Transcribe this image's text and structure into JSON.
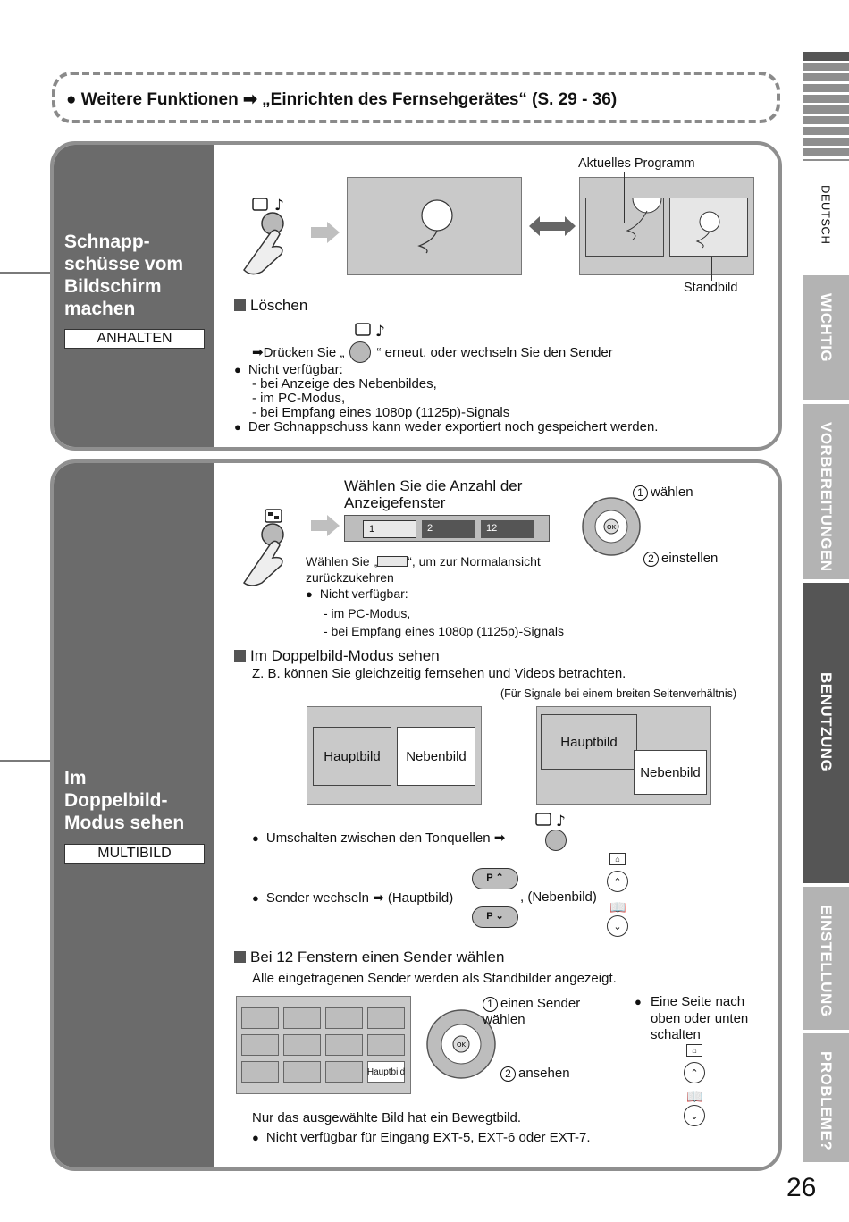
{
  "header": {
    "title": "● Weitere Funktionen ➡ „Einrichten des Fernsehgerätes“ (S. 29 - 36)"
  },
  "side_tabs": {
    "language": "DEUTSCH",
    "tabs": [
      "WICHTIG",
      "VORBEREITUNGEN",
      "BENUTZUNG",
      "EINSTELLUNG",
      "PROBLEME?"
    ],
    "active": "BENUTZUNG"
  },
  "page_number": "26",
  "section1": {
    "title": "Schnapp-\nschüsse vom\nBildschirm\nmachen",
    "badge": "ANHALTEN",
    "label_current": "Aktuelles Programm",
    "label_still": "Standbild",
    "delete_heading": "Löschen",
    "delete_text_pre": "➡Drücken Sie „",
    "delete_text_post": "“ erneut, oder wechseln Sie den Sender",
    "not_available": "Nicht verfügbar:",
    "na_items": [
      "-  bei Anzeige des Nebenbildes,",
      "-  im PC-Modus,",
      "-  bei Empfang eines 1080p (1125p)-Signals"
    ],
    "export_note": "Der Schnappschuss kann weder exportiert noch gespeichert werden."
  },
  "section2": {
    "title": "Im\nDoppelbild-\nModus sehen",
    "badge": "MULTIBILD",
    "choose_heading": "Wählen Sie die Anzahl der\nAnzeigefenster",
    "window_options": [
      "1",
      "2",
      "12"
    ],
    "step1": "wählen",
    "step2": "einstellen",
    "normal_view_pre": "Wählen Sie „",
    "normal_view_post": "“, um zur Normalansicht",
    "normal_view_line2": "zurückzukehren",
    "not_available": "Nicht verfügbar:",
    "na_items": [
      "-  im PC-Modus,",
      "-  bei Empfang eines 1080p (1125p)-Signals"
    ],
    "dual_heading": "Im Doppelbild-Modus sehen",
    "dual_text": "Z. B. können Sie gleichzeitig fernsehen und Videos betrachten.",
    "wide_note": "(Für Signale bei einem breiten Seitenverhältnis)",
    "main_label": "Hauptbild",
    "sub_label": "Nebenbild",
    "switch_audio": "Umschalten zwischen den Tonquellen ➡",
    "change_channel_pre": "Sender wechseln ➡ (Hauptbild)",
    "change_channel_post": ", (Nebenbild)",
    "p_up": "P",
    "p_down": "P",
    "grid_heading": "Bei 12 Fenstern einen Sender wählen",
    "grid_text": "Alle eingetragenen Sender werden als Standbilder angezeigt.",
    "grid_step1": "einen Sender\nwählen",
    "grid_step2": "ansehen",
    "page_switch": "Eine Seite nach\noben oder unten\nschalten",
    "grid_selected": "Hauptbild",
    "only_selected": "Nur das ausgewählte Bild hat ein Bewegtbild.",
    "ext_note": "Nicht verfügbar für Eingang EXT-5, EXT-6 oder EXT-7.",
    "ok_label": "OK"
  }
}
